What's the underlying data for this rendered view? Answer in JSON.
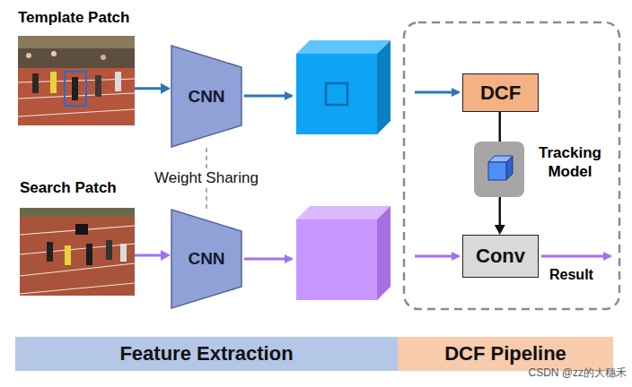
{
  "diagram": {
    "nodes": [
      {
        "text": [
          "Template Patch"
        ]
      },
      {
        "text": [
          "CNN"
        ]
      },
      {
        "text": [
          "DCF"
        ]
      },
      {
        "text": [
          "Tracking Model"
        ]
      },
      {
        "text": [
          "Search Patch"
        ]
      },
      {
        "text": [
          "CNN"
        ]
      },
      {
        "text": [
          "Conv"
        ]
      },
      {
        "text": [
          "Feature Extraction"
        ]
      },
      {
        "text": [
          "DCF Pipeline"
        ]
      }
    ],
    "edges": [
      {
        "from": 0,
        "to": 1,
        "arrow": "to"
      },
      {
        "from": 4,
        "to": 5,
        "arrow": "to"
      },
      {
        "from": 1,
        "to": 5,
        "label": "Weight Sharing",
        "arrow": "none"
      },
      {
        "from": 2,
        "to": 3,
        "arrow": "none"
      },
      {
        "from": 3,
        "to": 6,
        "arrow": "to"
      }
    ],
    "labels": [
      "Result",
      "CSDN @zz的大穗禾"
    ]
  }
}
